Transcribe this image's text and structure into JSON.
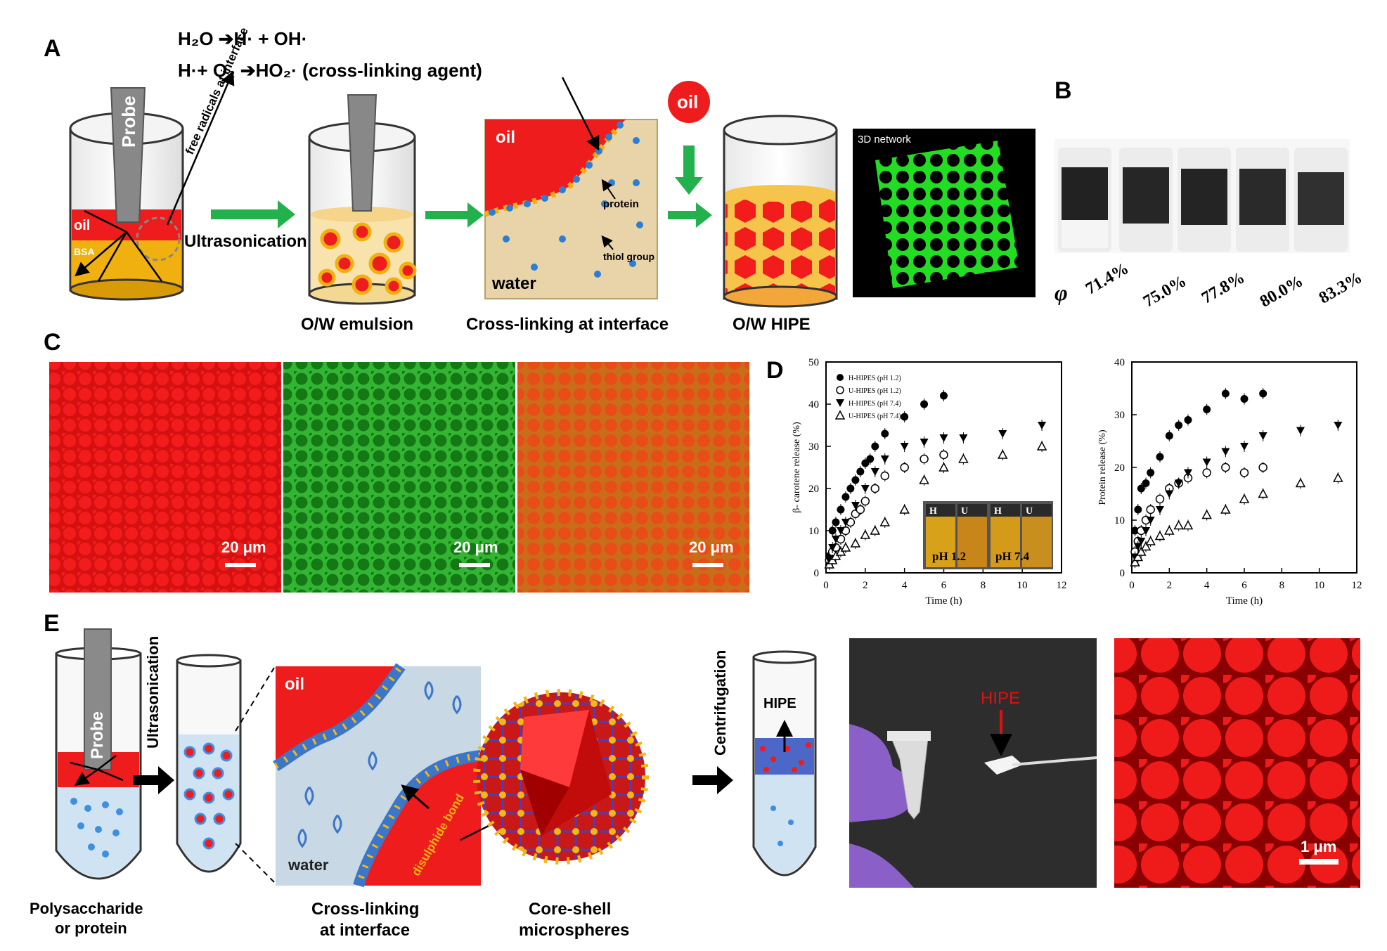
{
  "panels": {
    "a": "A",
    "b": "B",
    "c": "C",
    "d": "D",
    "e": "E"
  },
  "panel_a": {
    "eq1": "H₂O ➔H· + OH·",
    "eq2": "H·+ O₂ ➔HO₂·  (cross-linking agent)",
    "probe": "Probe",
    "free_radicals": "free radicals at interface",
    "oil": "oil",
    "bsa": "BSA",
    "ultrasonication": "Ultrasonication",
    "ow_emulsion": "O/W emulsion",
    "crosslink_oil": "oil",
    "crosslink_water": "water",
    "protein": "protein",
    "thiol": "thiol group",
    "crosslinking_caption": "Cross-linking at interface",
    "oil_badge": "oil",
    "hipe_caption": "O/W HIPE",
    "network": "3D network"
  },
  "panel_b": {
    "phi": "φ",
    "fractions": [
      "71.4%",
      "75.0%",
      "77.8%",
      "80.0%",
      "83.3%"
    ]
  },
  "panel_c": {
    "scalebars": [
      "20 μm",
      "20 μm",
      "20 μm"
    ]
  },
  "chart_data": [
    {
      "type": "scatter",
      "ylabel": "β- carotene release (%)",
      "xlabel": "Time (h)",
      "xlim": [
        0,
        12
      ],
      "ylim": [
        0,
        50
      ],
      "xticks": [
        0,
        2,
        4,
        6,
        8,
        10,
        12
      ],
      "yticks": [
        0,
        10,
        20,
        30,
        40,
        50
      ],
      "series": [
        {
          "name": "H-HIPES (pH 1.2)",
          "marker": "filled-circle",
          "x": [
            0.17,
            0.33,
            0.5,
            0.75,
            1,
            1.25,
            1.5,
            1.75,
            2,
            2.25,
            2.5,
            3,
            4,
            5,
            6
          ],
          "y": [
            4,
            10,
            12,
            15,
            18,
            20,
            22,
            24,
            26,
            27,
            30,
            33,
            37,
            40,
            42
          ]
        },
        {
          "name": "U-HIPES (pH 1.2)",
          "marker": "open-circle",
          "x": [
            0.17,
            0.33,
            0.5,
            0.75,
            1,
            1.25,
            1.5,
            1.75,
            2,
            2.5,
            3,
            4,
            5,
            6
          ],
          "y": [
            3,
            5,
            6,
            8,
            10,
            12,
            14,
            15,
            17,
            20,
            23,
            25,
            27,
            28
          ]
        },
        {
          "name": "H-HIPES (pH 7.4)",
          "marker": "filled-triangle-down",
          "x": [
            0.17,
            0.33,
            0.5,
            0.75,
            1,
            1.5,
            2,
            2.5,
            3,
            4,
            5,
            6,
            7,
            9,
            11
          ],
          "y": [
            3,
            6,
            8,
            10,
            12,
            16,
            20,
            24,
            27,
            30,
            31,
            32,
            32,
            33,
            35
          ]
        },
        {
          "name": "U-HIPES (pH 7.4)",
          "marker": "open-triangle-up",
          "x": [
            0.17,
            0.33,
            0.5,
            0.75,
            1,
            1.5,
            2,
            2.5,
            3,
            4,
            5,
            6,
            7,
            9,
            11
          ],
          "y": [
            2,
            3,
            4,
            5,
            6,
            7,
            9,
            10,
            12,
            15,
            22,
            25,
            27,
            28,
            30
          ]
        }
      ],
      "inset": {
        "letters": [
          "H",
          "U",
          "H",
          "U"
        ],
        "labels": [
          "pH 1.2",
          "pH 7.4"
        ]
      }
    },
    {
      "type": "scatter",
      "ylabel": "Protein release (%)",
      "xlabel": "Time (h)",
      "xlim": [
        0,
        12
      ],
      "ylim": [
        0,
        40
      ],
      "xticks": [
        0,
        2,
        4,
        6,
        8,
        10,
        12
      ],
      "yticks": [
        0,
        10,
        20,
        30,
        40
      ],
      "series": [
        {
          "marker": "filled-circle",
          "x": [
            0.17,
            0.33,
            0.5,
            0.75,
            1,
            1.5,
            2,
            2.5,
            3,
            4,
            5,
            6,
            7
          ],
          "y": [
            8,
            12,
            16,
            17,
            19,
            22,
            26,
            28,
            29,
            31,
            34,
            33,
            34
          ]
        },
        {
          "marker": "open-circle",
          "x": [
            0.17,
            0.33,
            0.5,
            0.75,
            1,
            1.5,
            2,
            2.5,
            3,
            4,
            5,
            6,
            7
          ],
          "y": [
            4,
            6,
            8,
            10,
            12,
            14,
            16,
            17,
            18,
            19,
            20,
            19,
            20
          ]
        },
        {
          "marker": "filled-triangle-down",
          "x": [
            0.17,
            0.33,
            0.5,
            0.75,
            1,
            1.5,
            2,
            2.5,
            3,
            4,
            5,
            6,
            7,
            9,
            11
          ],
          "y": [
            3,
            5,
            6,
            8,
            10,
            12,
            15,
            17,
            19,
            21,
            23,
            24,
            26,
            27,
            28
          ]
        },
        {
          "marker": "open-triangle-up",
          "x": [
            0.17,
            0.33,
            0.5,
            0.75,
            1,
            1.5,
            2,
            2.5,
            3,
            4,
            5,
            6,
            7,
            9,
            11
          ],
          "y": [
            2,
            3,
            4,
            5,
            6,
            7,
            8,
            9,
            9,
            11,
            12,
            14,
            15,
            17,
            18
          ]
        }
      ]
    }
  ],
  "panel_e": {
    "probe": "Probe",
    "ultrasonication": "Ultrasonication",
    "polysaccharide": "Polysaccharide",
    "or_protein": "or protein",
    "oil": "oil",
    "water": "water",
    "disulphide": "disulphide bond",
    "crosslinking1": "Cross-linking",
    "crosslinking2": "at interface",
    "coreshell1": "Core-shell",
    "coreshell2": "microspheres",
    "centrifugation": "Centrifugation",
    "hipe_tube": "HIPE",
    "hipe_photo": "HIPE",
    "scalebar": "1 μm"
  },
  "colors": {
    "oil": "#ee1c1c",
    "water": "#f2dfb4",
    "arrow": "#22b14c",
    "network": "#22dd22",
    "shell": "#f0c020"
  }
}
